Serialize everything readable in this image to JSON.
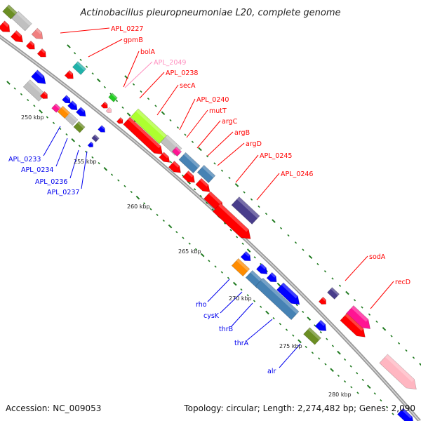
{
  "title": "Actinobacillus pleuropneumoniae L20, complete genome",
  "accession_text": "Accession: NC_009053",
  "topology_text": "Topology: circular; Length: 2,274,482 bp; Genes: 2,090",
  "colors": {
    "backbone": "#a5a5a5",
    "tick": "#1f7a1f",
    "red": "#ff0000",
    "blue": "#0000ee",
    "pink_label": "#ff8fbf",
    "gene_red": "#ff0000",
    "gene_blue": "#0000ff",
    "gene_steel": "#4682b4",
    "gene_gray": "#c0c0c0",
    "gene_lime": "#adff2f",
    "gene_green": "#22cc22",
    "gene_olive": "#6b8e23",
    "gene_orange": "#ff8c00",
    "gene_slate": "#483d8b",
    "gene_magenta": "#ff1493",
    "gene_cyan": "#20b2aa",
    "gene_salmon": "#f08080",
    "gene_pink": "#ffb6c1"
  },
  "scale_labels": [
    "250 kbp",
    "255 kbp",
    "260 kbp",
    "265 kbp",
    "270 kbp",
    "275 kbp",
    "280 kbp"
  ],
  "top_labels": [
    {
      "text": "APL_0227",
      "color": "red"
    },
    {
      "text": "gpmB",
      "color": "red"
    },
    {
      "text": "bolA",
      "color": "red"
    },
    {
      "text": "APL_2049",
      "color": "pink_label"
    },
    {
      "text": "APL_0238",
      "color": "red"
    },
    {
      "text": "secA",
      "color": "red"
    },
    {
      "text": "APL_0240",
      "color": "red"
    },
    {
      "text": "mutT",
      "color": "red"
    },
    {
      "text": "argC",
      "color": "red"
    },
    {
      "text": "argB",
      "color": "red"
    },
    {
      "text": "argD",
      "color": "red"
    },
    {
      "text": "APL_0245",
      "color": "red"
    },
    {
      "text": "APL_0246",
      "color": "red"
    },
    {
      "text": "sodA",
      "color": "red"
    },
    {
      "text": "recD",
      "color": "red"
    }
  ],
  "bottom_labels": [
    {
      "text": "APL_0233",
      "color": "blue"
    },
    {
      "text": "APL_0234",
      "color": "blue"
    },
    {
      "text": "APL_0236",
      "color": "blue"
    },
    {
      "text": "APL_0237",
      "color": "blue"
    },
    {
      "text": "rho",
      "color": "blue"
    },
    {
      "text": "cysK",
      "color": "blue"
    },
    {
      "text": "thrB",
      "color": "blue"
    },
    {
      "text": "thrA",
      "color": "blue"
    },
    {
      "text": "alr",
      "color": "blue"
    }
  ]
}
